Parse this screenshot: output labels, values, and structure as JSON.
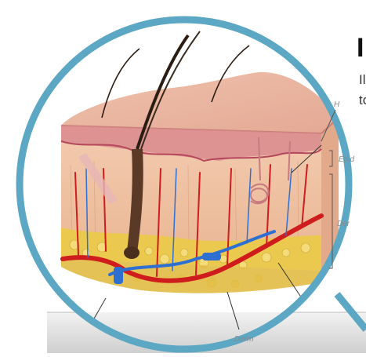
{
  "page": {
    "heading_fragment": "I",
    "text_line_1": "Il",
    "text_line_2": "to"
  },
  "labels": {
    "hair_shaft_fragment": "H",
    "epidermis": "Epid",
    "dermis": "Der",
    "dermis_bottom": "Derm"
  },
  "colors": {
    "ring": "#5ba7c4",
    "skin_top": "#e9b5a3",
    "skin_side": "#f0c7a8",
    "epidermis_band": "#d9848a",
    "fat": "#e8c44a",
    "artery": "#d01e1e",
    "vein": "#2d6fd0",
    "hair": "#3a2a1e",
    "platform": "#dcdcdc"
  }
}
